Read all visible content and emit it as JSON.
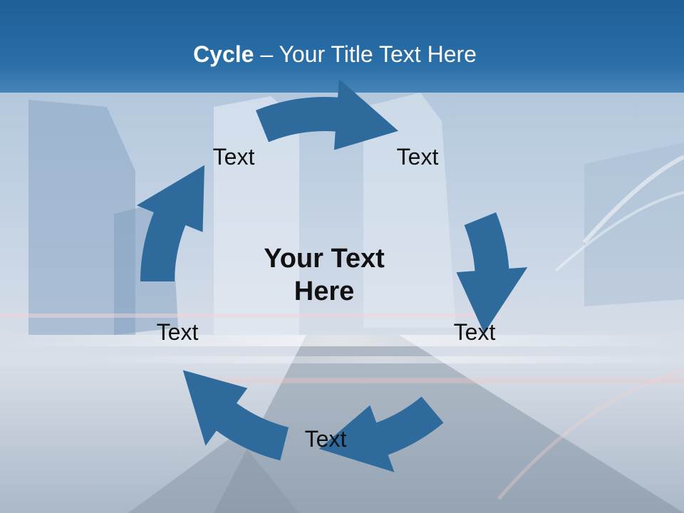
{
  "title": {
    "bold": "Cycle",
    "rest": " – Your Title Text Here"
  },
  "center_text": {
    "line1": "Your Text",
    "line2": "Here"
  },
  "nodes": [
    {
      "label": "Text"
    },
    {
      "label": "Text"
    },
    {
      "label": "Text"
    },
    {
      "label": "Text"
    },
    {
      "label": "Text"
    }
  ],
  "colors": {
    "arrow": "#2e6a9c",
    "title_bar": "#2a6fa8",
    "title_text": "#ffffff"
  }
}
